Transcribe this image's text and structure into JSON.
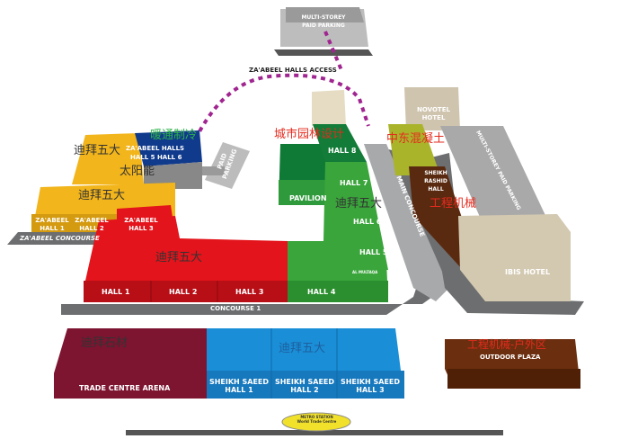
{
  "map": {
    "multi_storey_top": "MULTI-STOREY PAID PARKING",
    "access": "ZA'ABEEL HALLS ACCESS",
    "zaabeel_halls": "ZA'ABEEL HALLS",
    "hall5_6": "HALL 5  HALL 6",
    "paid_parking": "PAID PARKING",
    "zaabeel_hall1": "ZA'ABEEL HALL 1",
    "zaabeel_hall2": "ZA'ABEEL HALL 2",
    "zaabeel_hall3": "ZA'ABEEL HALL 3",
    "zaabeel_concourse": "ZA'ABEEL CONCOURSE",
    "hall1": "HALL 1",
    "hall2": "HALL 2",
    "hall3": "HALL 3",
    "hall4": "HALL 4",
    "hall5": "HALL 5",
    "hall6": "HALL 6",
    "hall7": "HALL 7",
    "hall8": "HALL 8",
    "pavilion": "PAVILION",
    "al_multaqa": "AL MULTAQA",
    "main_concourse": "MAIN CONCOURSE",
    "concourse1": "CONCOURSE 1",
    "novotel": "NOVOTEL HOTEL",
    "sheikh_rashid": "SHEIKH RASHID HALL",
    "multi_storey_side": "MULTI-STOREY PAID PARKING",
    "ibis": "IBIS HOTEL",
    "arena": "TRADE CENTRE ARENA",
    "saeed1": "SHEIKH SAEED HALL 1",
    "saeed2": "SHEIKH SAEED HALL 2",
    "saeed3": "SHEIKH SAEED HALL 3",
    "outdoor": "OUTDOOR PLAZA",
    "metro": "METRO STATION World Trade Centre"
  },
  "overlays": {
    "big5_a": "迪拜五大",
    "hvac": "暖通制冷",
    "solar": "太阳能",
    "big5_b": "迪拜五大",
    "big5_c": "迪拜五大",
    "landscape": "城市园林设计",
    "concrete": "中东混凝土",
    "big5_d": "迪拜五大",
    "machinery": "工程机械",
    "stone": "迪拜石材",
    "big5_e": "迪拜五大",
    "machinery_outdoor": "工程机械-户外区"
  },
  "colors": {
    "yellow": "#f2b51b",
    "red": "#e3141b",
    "green": "#3aa53b",
    "blue": "#1a8fd8",
    "maroon": "#7d1430",
    "brown": "#6b2e0e",
    "cream": "#d8ccb4",
    "gray": "#6d6e70"
  }
}
